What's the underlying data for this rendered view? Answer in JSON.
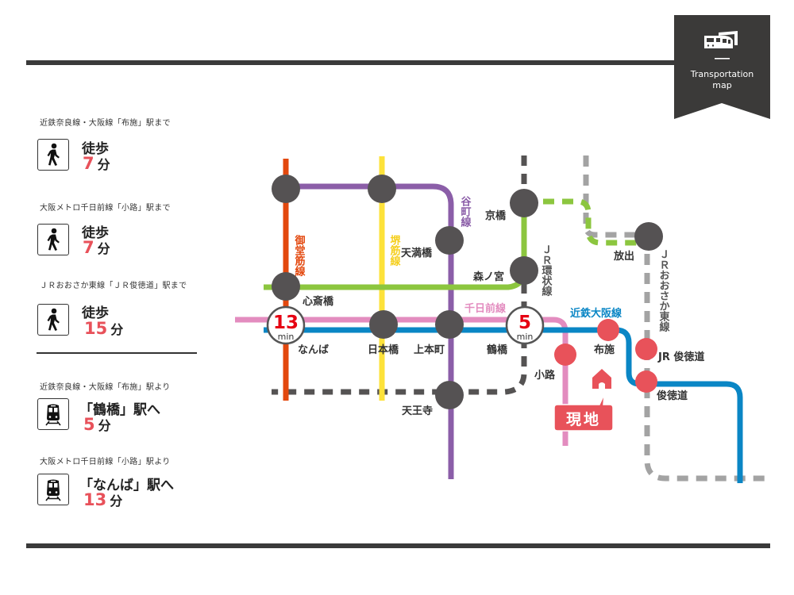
{
  "badge": {
    "line1": "Transportation",
    "line2": "map",
    "icon": "train-station-icon"
  },
  "routes": [
    {
      "caption": "近鉄奈良線・大阪線「布施」駅まで",
      "mode": "徒歩",
      "value": "7",
      "unit": "分",
      "icon": "walking-person-icon"
    },
    {
      "caption": "大阪メトロ千日前線「小路」駅まで",
      "mode": "徒歩",
      "value": "7",
      "unit": "分",
      "icon": "walking-person-icon"
    },
    {
      "caption": "ＪＲおおさか東線「ＪＲ俊徳道」駅まで",
      "mode": "徒歩",
      "value": "15",
      "unit": "分",
      "icon": "walking-person-icon"
    },
    {
      "caption": "近鉄奈良線・大阪線「布施」駅より",
      "mode": "「鶴橋」駅へ",
      "value": "5",
      "unit": "分",
      "icon": "train-icon"
    },
    {
      "caption": "大阪メトロ千日前線「小路」駅より",
      "mode": "「なんば」駅へ",
      "value": "13",
      "unit": "分",
      "icon": "train-icon"
    }
  ],
  "map": {
    "colors": {
      "midosuji": "#e3480e",
      "sakaisuji": "#fde23a",
      "tanimachi": "#8b5ea8",
      "nagahori": "#8cc63f",
      "sennichimae": "#e38cbf",
      "kintetsu": "#0a86c5",
      "jr_loop": "#555353",
      "jr_east": "#a3a3a3",
      "station_dark": "#555253",
      "station_red": "#e8525a",
      "accent_red": "#e60012"
    },
    "line_labels": {
      "midosuji": "御堂筋線",
      "sakaisuji": "堺筋線",
      "tanimachi": "谷町線",
      "jr_loop": "ＪＲ環状線",
      "sennichimae": "千日前線",
      "kintetsu": "近鉄大阪線",
      "jr_east": "ＪＲおおさか東線"
    },
    "stations": {
      "tenmabashi": "天満橋",
      "kyobashi": "京橋",
      "morinomiya": "森ノ宮",
      "shinsaibashi": "心斎橋",
      "namba": "なんば",
      "nipponbashi": "日本橋",
      "uehommachi": "上本町",
      "tsuruhashi": "鶴橋",
      "tennoji": "天王寺",
      "shoji": "小路",
      "fuse": "布施",
      "hanaten": "放出",
      "jr_shuntokumichi": "JR 俊徳道",
      "shuntokumichi": "俊徳道"
    },
    "time_badges": [
      {
        "value": "13",
        "unit": "min"
      },
      {
        "value": "5",
        "unit": "min"
      }
    ],
    "current_location": "現地"
  }
}
